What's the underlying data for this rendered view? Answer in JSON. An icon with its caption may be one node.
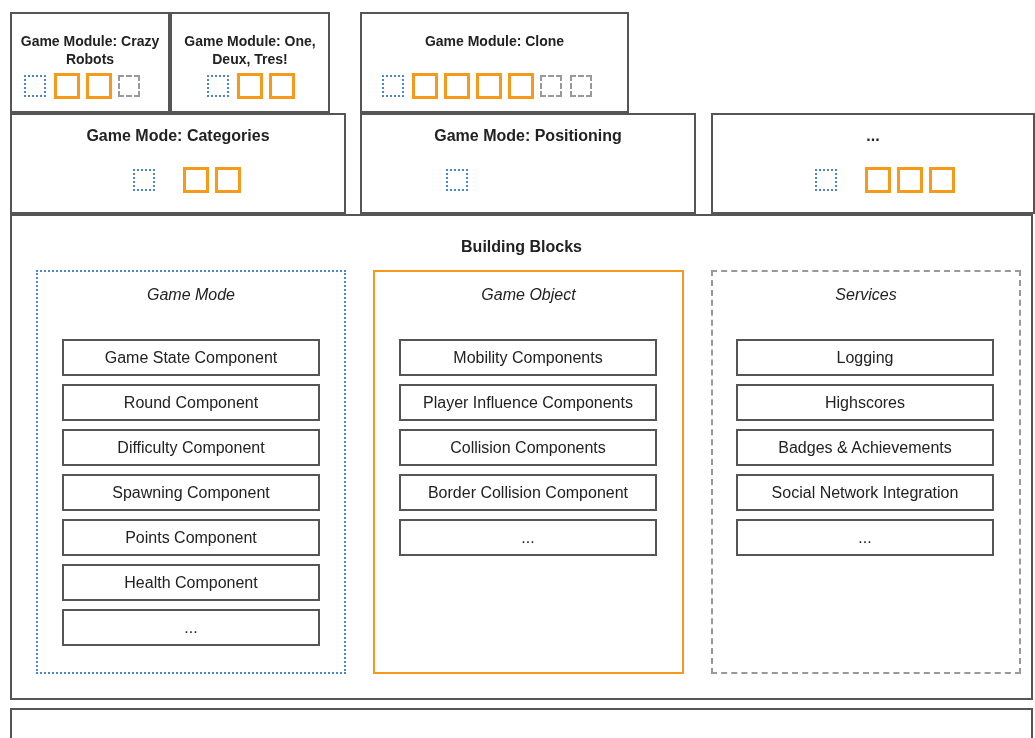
{
  "diagram": {
    "nodes": [
      {
        "text": [
          "Game Module: Crazy Robots"
        ]
      },
      {
        "text": [
          "Game Module: One, Deux, Tres!"
        ]
      },
      {
        "text": [
          "Game Module: Clone"
        ]
      },
      {
        "text": [
          "Game Mode: Categories"
        ]
      },
      {
        "text": [
          "Game Mode: Positioning"
        ]
      },
      {
        "text": [
          "..."
        ]
      },
      {
        "text": [
          "Building Blocks"
        ]
      },
      {
        "text": [
          "Game Mode"
        ],
        "in": 6
      },
      {
        "text": [
          "Game State Component"
        ],
        "in": 7
      },
      {
        "text": [
          "Round Component"
        ],
        "in": 7
      },
      {
        "text": [
          "Difficulty Component"
        ],
        "in": 7
      },
      {
        "text": [
          "Spawning Component"
        ],
        "in": 7
      },
      {
        "text": [
          "Points Component"
        ],
        "in": 7
      },
      {
        "text": [
          "Health Component"
        ],
        "in": 7
      },
      {
        "text": [
          "..."
        ],
        "in": 7
      },
      {
        "text": [
          "Game Object"
        ],
        "in": 6
      },
      {
        "text": [
          "Mobility Components"
        ],
        "in": 15
      },
      {
        "text": [
          "Player Influence Components"
        ],
        "in": 15
      },
      {
        "text": [
          "Collision Components"
        ],
        "in": 15
      },
      {
        "text": [
          "Border Collision Component"
        ],
        "in": 15
      },
      {
        "text": [
          "..."
        ],
        "in": 15
      },
      {
        "text": [
          "Services"
        ],
        "in": 6
      },
      {
        "text": [
          "Logging"
        ],
        "in": 21
      },
      {
        "text": [
          "Highscores"
        ],
        "in": 21
      },
      {
        "text": [
          "Badges & Achievements"
        ],
        "in": 21
      },
      {
        "text": [
          "Social Network Integration"
        ],
        "in": 21
      },
      {
        "text": [
          "..."
        ],
        "in": 21
      },
      {
        "text": [],
        "shape": "box"
      }
    ],
    "edges": []
  }
}
